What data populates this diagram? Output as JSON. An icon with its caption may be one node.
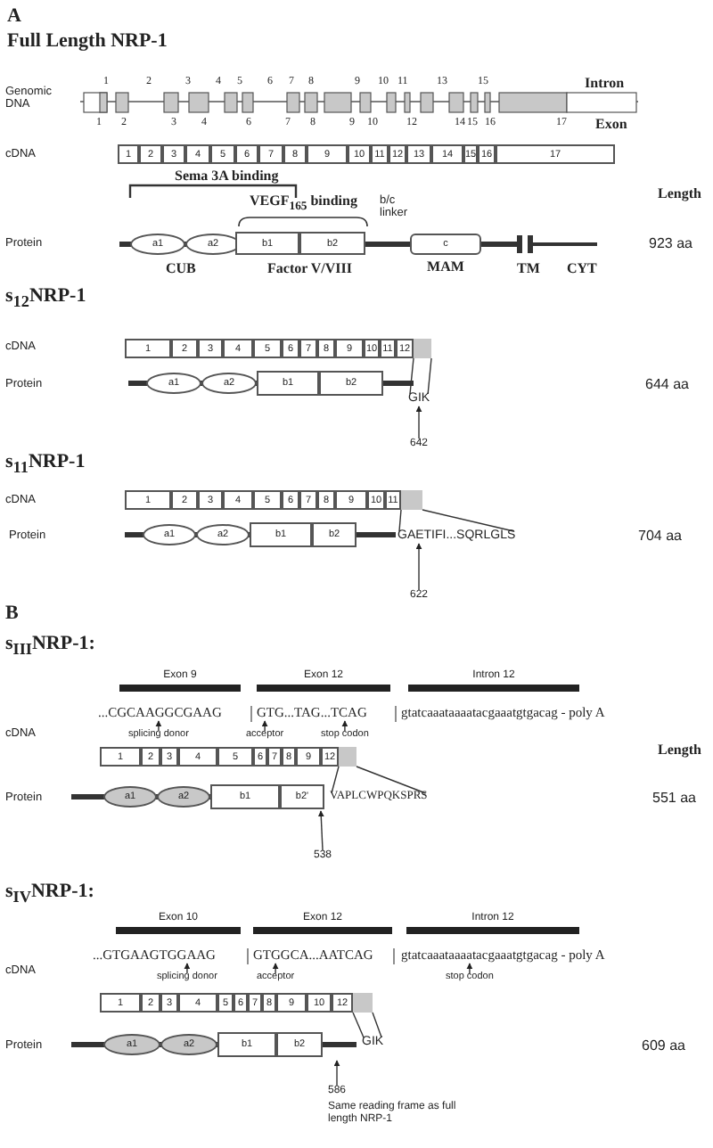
{
  "diagram": {
    "nodes": [
      {
        "text": [
          "1"
        ]
      },
      {
        "text": [
          "2"
        ]
      },
      {
        "text": [
          "3"
        ]
      },
      {
        "text": [
          "4"
        ]
      },
      {
        "text": [
          "5"
        ]
      },
      {
        "text": [
          "6"
        ]
      },
      {
        "text": [
          "7"
        ]
      },
      {
        "text": [
          "8"
        ]
      },
      {
        "text": [
          "9"
        ]
      },
      {
        "text": [
          "10"
        ]
      },
      {
        "text": [
          "11"
        ]
      },
      {
        "text": [
          "12"
        ]
      },
      {
        "text": [
          "13"
        ]
      },
      {
        "text": [
          "14"
        ]
      },
      {
        "text": [
          "15"
        ]
      },
      {
        "text": [
          "16"
        ]
      },
      {
        "text": [
          "17"
        ]
      },
      {
        "text": [
          "a1"
        ]
      },
      {
        "text": [
          "a2"
        ]
      },
      {
        "text": [
          "b1"
        ]
      },
      {
        "text": [
          "b2"
        ]
      },
      {
        "text": [
          "c"
        ],
        "beside": [
          "MAM"
        ]
      },
      {
        "text": [
          "1"
        ]
      },
      {
        "text": [
          "2"
        ]
      },
      {
        "text": [
          "3"
        ]
      },
      {
        "text": [
          "4"
        ]
      },
      {
        "text": [
          "5"
        ]
      },
      {
        "text": [
          "6"
        ]
      },
      {
        "text": [
          "7"
        ]
      },
      {
        "text": [
          "8"
        ]
      },
      {
        "text": [
          "9"
        ]
      },
      {
        "text": [
          "10"
        ]
      },
      {
        "text": [
          "11"
        ]
      },
      {
        "text": [
          "12"
        ]
      },
      {
        "text": [],
        "shape": "box"
      },
      {
        "text": [
          "a1"
        ]
      },
      {
        "text": [
          "a2"
        ]
      },
      {
        "text": [
          "b1"
        ]
      },
      {
        "text": [
          "b2"
        ]
      },
      {
        "text": [
          "GIK"
        ]
      },
      {
        "text": [
          "642"
        ]
      },
      {
        "text": [
          "1"
        ]
      },
      {
        "text": [
          "2"
        ]
      },
      {
        "text": [
          "3"
        ]
      },
      {
        "text": [
          "4"
        ]
      },
      {
        "text": [
          "5"
        ]
      },
      {
        "text": [
          "6"
        ]
      },
      {
        "text": [
          "7"
        ]
      },
      {
        "text": [
          "8"
        ]
      },
      {
        "text": [
          "9"
        ]
      },
      {
        "text": [
          "10"
        ]
      },
      {
        "text": [
          "11"
        ]
      },
      {
        "text": [],
        "shape": "box"
      },
      {
        "text": [
          "a1"
        ]
      },
      {
        "text": [
          "a2"
        ]
      },
      {
        "text": [
          "b1"
        ]
      },
      {
        "text": [
          "b2"
        ]
      },
      {
        "text": [
          "GAETIFI...SQRLGLS"
        ]
      },
      {
        "text": [
          "622"
        ]
      },
      {
        "text": [
          "Exon 9"
        ]
      },
      {
        "text": [
          "Exon 12"
        ]
      },
      {
        "text": [
          "Intron 12"
        ]
      },
      {
        "text": [
          "...CGCAAGGCGAAG"
        ]
      },
      {
        "text": [
          "GTG...TAG...TCAG"
        ]
      },
      {
        "text": [
          "gtatcaaataaaatacgaaatgtgacag - poly A"
        ]
      },
      {
        "text": [
          "splicing donor"
        ]
      },
      {
        "text": [
          "acceptor"
        ]
      },
      {
        "text": [
          "stop codon"
        ]
      },
      {
        "text": [
          "1"
        ]
      },
      {
        "text": [
          "2"
        ]
      },
      {
        "text": [
          "3"
        ]
      },
      {
        "text": [
          "4"
        ]
      },
      {
        "text": [
          "5"
        ]
      },
      {
        "text": [
          "6"
        ]
      },
      {
        "text": [
          "7"
        ]
      },
      {
        "text": [
          "8"
        ]
      },
      {
        "text": [
          "9"
        ]
      },
      {
        "text": [
          "12"
        ]
      },
      {
        "text": [],
        "shape": "box"
      },
      {
        "text": [
          "a1"
        ]
      },
      {
        "text": [
          "a2"
        ]
      },
      {
        "text": [
          "b1"
        ]
      },
      {
        "text": [
          "b2'"
        ]
      },
      {
        "text": [
          "VAPLCWPQKSPRS"
        ]
      },
      {
        "text": [
          "538"
        ]
      },
      {
        "text": [
          "Exon 10"
        ]
      },
      {
        "text": [
          "Exon 12"
        ]
      },
      {
        "text": [
          "Intron 12"
        ]
      },
      {
        "text": [
          "...GTGAAGTGGAAG"
        ]
      },
      {
        "text": [
          "GTGGCA...AATCAG"
        ]
      },
      {
        "text": [
          "gtatcaaataaaatacgaaatgtgacag - poly A"
        ]
      },
      {
        "text": [
          "splicing donor"
        ]
      },
      {
        "text": [
          "acceptor"
        ]
      },
      {
        "text": [
          "stop codon"
        ]
      },
      {
        "text": [
          "1"
        ]
      },
      {
        "text": [
          "2"
        ]
      },
      {
        "text": [
          "3"
        ]
      },
      {
        "text": [
          "4"
        ]
      },
      {
        "text": [
          "5"
        ]
      },
      {
        "text": [
          "6"
        ]
      },
      {
        "text": [
          "7"
        ]
      },
      {
        "text": [
          "8"
        ]
      },
      {
        "text": [
          "9"
        ]
      },
      {
        "text": [
          "10"
        ]
      },
      {
        "text": [
          "12"
        ]
      },
      {
        "text": [],
        "shape": "box"
      },
      {
        "text": [
          "a1"
        ]
      },
      {
        "text": [
          "a2"
        ]
      },
      {
        "text": [
          "b1"
        ]
      },
      {
        "text": [
          "b2"
        ]
      },
      {
        "text": [
          "GIK"
        ]
      },
      {
        "text": [
          "586"
        ]
      }
    ],
    "edges": [
      {
        "from": 40,
        "to": 39,
        "arrow": "to"
      },
      {
        "from": 33,
        "to": 39,
        "arrow": "none"
      },
      {
        "from": 34,
        "to": 39,
        "arrow": "none"
      },
      {
        "from": 58,
        "to": 57,
        "arrow": "to"
      },
      {
        "from": 51,
        "to": 57,
        "arrow": "none"
      },
      {
        "from": 52,
        "to": 57,
        "arrow": "none"
      },
      {
        "from": 65,
        "to": 62,
        "arrow": "to"
      },
      {
        "from": 66,
        "to": 63,
        "arrow": "to"
      },
      {
        "from": 67,
        "to": 63,
        "arrow": "to"
      },
      {
        "from": 77,
        "to": 83,
        "arrow": "none"
      },
      {
        "from": 78,
        "to": 83,
        "arrow": "none"
      },
      {
        "from": 84,
        "to": 82,
        "arrow": "to"
      },
      {
        "from": 91,
        "to": 88,
        "arrow": "to"
      },
      {
        "from": 92,
        "to": 89,
        "arrow": "to"
      },
      {
        "from": 93,
        "to": 90,
        "arrow": "to"
      },
      {
        "from": 105,
        "to": 110,
        "arrow": "none"
      },
      {
        "from": 105,
        "to": 110,
        "arrow": "none"
      },
      {
        "from": 111,
        "to": null,
        "arrow": "to"
      }
    ],
    "labels": [
      "A",
      "Full Length NRP-1",
      "Genomic DNA",
      "1",
      "2",
      "3",
      "4",
      "5",
      "6",
      "7",
      "8",
      "9",
      "10",
      "11",
      "13",
      "15",
      "Intron",
      "1",
      "2",
      "3",
      "4",
      "6",
      "7",
      "8",
      "9",
      "10",
      "12",
      "14",
      "15",
      "16",
      "17",
      "Exon",
      "cDNA",
      "Sema 3A binding",
      "Length",
      "VEGF$_{165}$ binding",
      "b/c linker",
      "Protein",
      "923 aa",
      "CUB",
      "Factor V/VIII",
      "TM",
      "CYT",
      "s$_{12}$NRP-1",
      "cDNA",
      "Protein",
      "644 aa",
      "s$_{11}$NRP-1",
      "cDNA",
      "Protein",
      "704 aa",
      "B",
      "s$_{III}$NRP-1:",
      "cDNA",
      "Length",
      "Protein",
      "551 aa",
      "s$_{IV}$NRP-1:",
      "cDNA",
      "Protein",
      "609 aa",
      "Same reading frame as full length NRP-1"
    ]
  }
}
